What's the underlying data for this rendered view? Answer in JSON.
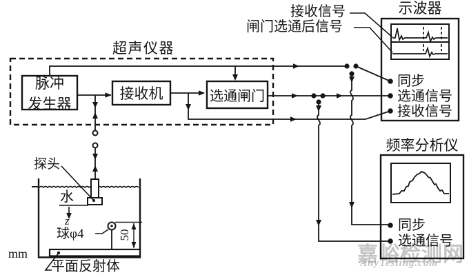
{
  "diagram": {
    "enclosure_label": "超声仪器",
    "blocks": {
      "pulse_generator_line1": "脉冲",
      "pulse_generator_line2": "发生器",
      "receiver": "接收机",
      "gate": "选通闸门"
    },
    "scope_callouts": {
      "received_signal": "接收信号",
      "gated_signal": "闸门选通后信号"
    },
    "oscilloscope": {
      "title": "示波器",
      "ports": {
        "sync": "同步",
        "gate_signal": "选通信号",
        "received_signal": "接收信号"
      }
    },
    "frequency_analyzer": {
      "title": "频率分析仪",
      "ports": {
        "sync": "同步",
        "gate_signal": "选通信号"
      }
    },
    "tank": {
      "probe_label": "探头",
      "water_label": "水",
      "axis_label": "z",
      "sphere_label": "球φ4",
      "dimension_value": "50",
      "unit_label": "mm",
      "reflector_label": "平面反射体"
    },
    "colors": {
      "ink": "#151515",
      "watermark_gray": "#9a9a9a"
    }
  },
  "watermark": {
    "site_name": "嘉峪检测网",
    "site_url": "AnyTesting.com"
  }
}
